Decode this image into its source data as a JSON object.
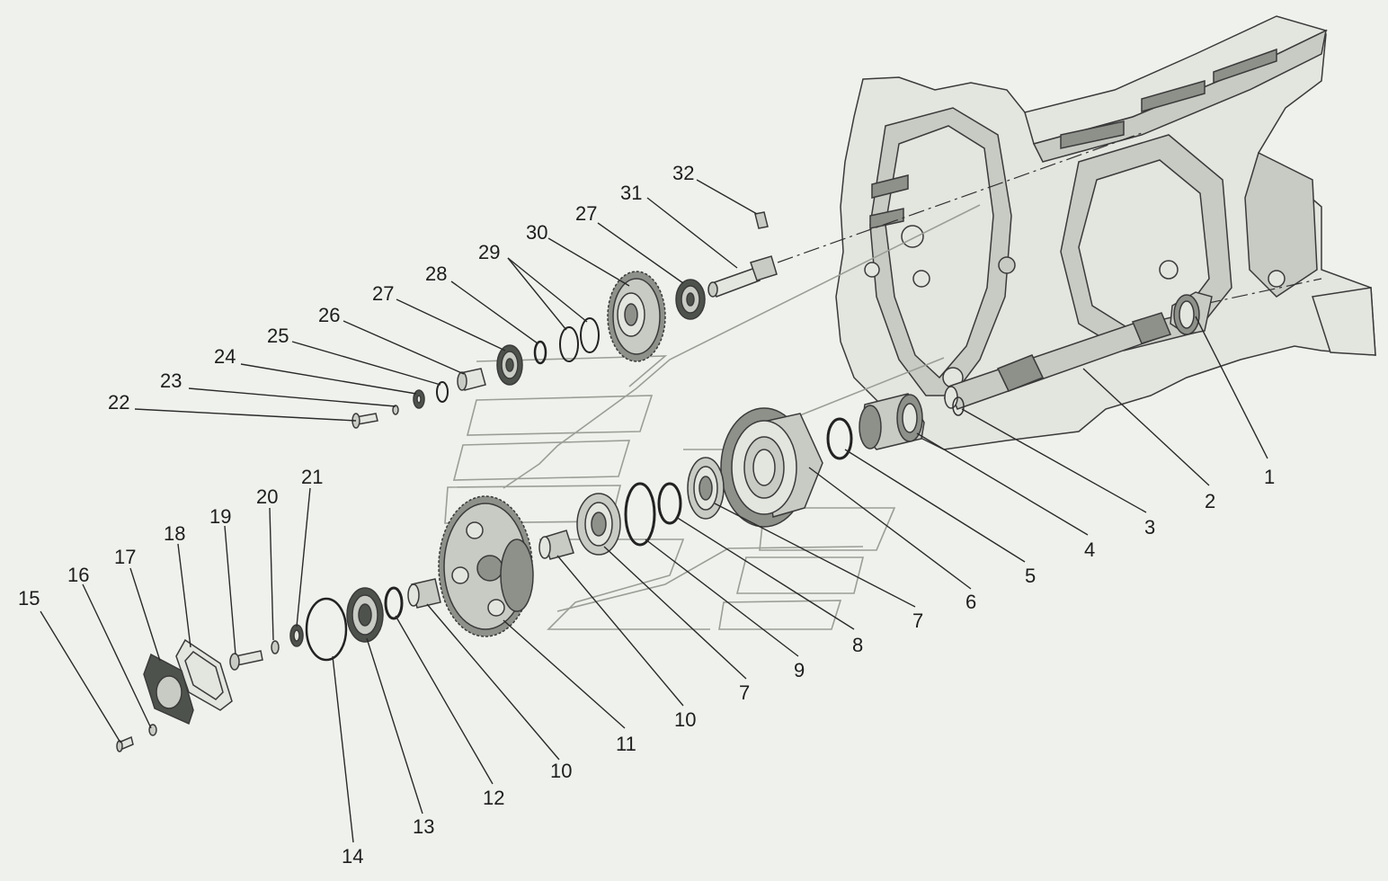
{
  "diagram": {
    "part_labels": [
      "1",
      "2",
      "3",
      "4",
      "5",
      "6",
      "7",
      "7",
      "8",
      "9",
      "10",
      "10",
      "11",
      "12",
      "13",
      "14",
      "15",
      "16",
      "17",
      "18",
      "19",
      "20",
      "21",
      "22",
      "23",
      "24",
      "25",
      "26",
      "27",
      "27",
      "28",
      "29",
      "30",
      "31",
      "32"
    ]
  }
}
